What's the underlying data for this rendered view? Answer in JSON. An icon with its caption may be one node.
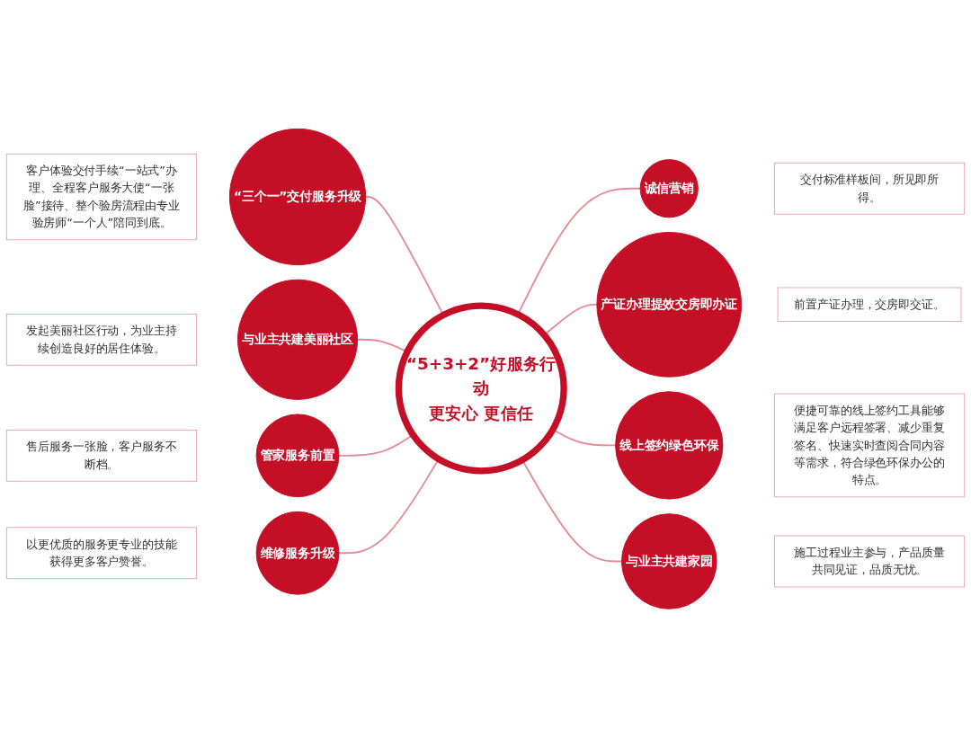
{
  "diagram": {
    "nodes": [
      {
        "text": [
          "客户体验交付手续“一站式”办理、全程客户服务大使“一张脸”接待、整个验房流程由专业验房师“一个人”陪同到底。"
        ]
      },
      {
        "text": [
          "“三个一”交付服务升级"
        ]
      },
      {
        "text": [
          "发起美丽社区行动，为业主持续创造良好的居住体验。"
        ]
      },
      {
        "text": [
          "与业主共建美丽社区"
        ]
      },
      {
        "text": [
          "诚信营销"
        ]
      },
      {
        "text": [
          "交付标准样板间，所见即所得。"
        ]
      },
      {
        "text": [
          "“5+3+2”好服务行动",
          "更安心 更信任"
        ]
      },
      {
        "text": [
          "售后服务一张脸，客户服务不断档。"
        ]
      },
      {
        "text": [
          "管家服务前置"
        ]
      },
      {
        "text": [
          "产证办理提效交房即办证"
        ]
      },
      {
        "text": [
          "前置产证办理，交房即交证。"
        ]
      },
      {
        "text": [
          "以更优质的服务更专业的技能获得更多客户赞誉。"
        ]
      },
      {
        "text": [
          "维修服务升级"
        ]
      },
      {
        "text": [
          "线上签约绿色环保"
        ]
      },
      {
        "text": [
          "便捷可靠的线上签约工具能够满足客户远程签署、减少重复签名、快速实时查阅合同内容等需求，符合绿色环保办公的特点。"
        ]
      },
      {
        "text": [
          "与业主共建家园"
        ]
      },
      {
        "text": [
          "施工过程业主参与，产品质量共同见证，品质无忧。"
        ]
      }
    ],
    "edges": [
      {
        "from": 1,
        "to": 6,
        "arrow": "none"
      },
      {
        "from": 3,
        "to": 6,
        "arrow": "none"
      },
      {
        "from": 6,
        "to": 4,
        "arrow": "none"
      },
      {
        "from": 8,
        "to": 6,
        "arrow": "none"
      },
      {
        "from": 6,
        "to": 9,
        "arrow": "none"
      },
      {
        "from": 12,
        "to": 6,
        "arrow": "none"
      },
      {
        "from": 6,
        "to": 13,
        "arrow": "none"
      },
      {
        "from": 6,
        "to": 15,
        "arrow": "none"
      }
    ]
  }
}
